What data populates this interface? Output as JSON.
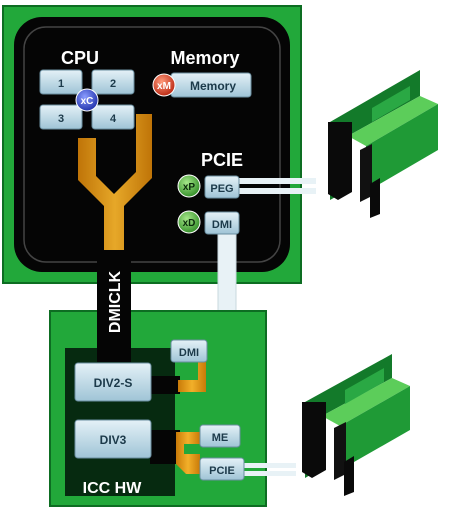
{
  "cpu_package": {
    "cpu_label": "CPU",
    "memory_label": "Memory",
    "pcie_label": "PCIE",
    "cores": [
      "1",
      "2",
      "3",
      "4"
    ],
    "core_badge": "xC",
    "memory_badge": "xM",
    "memory_block": "Memory",
    "peg_badge": "xP",
    "peg_block": "PEG",
    "dmi_badge": "xD",
    "dmi_block": "DMI"
  },
  "clock_label": "DMICLK",
  "pch": {
    "title": "ICC HW",
    "div2s": "DIV2-S",
    "div3": "DIV3",
    "dmi_block": "DMI",
    "me_block": "ME",
    "pcie_block": "PCIE"
  },
  "colors": {
    "green": "#22a83a",
    "dark_green": "#0d6d22",
    "chip_black": "#050505",
    "block_blue": "#bcd8e6",
    "trace_orange": "#e0920f",
    "badge_green": "#3fa33a",
    "badge_blue": "#2b3fc4",
    "badge_red": "#d8321c"
  },
  "icons": [
    "pcie-slot-icon"
  ]
}
